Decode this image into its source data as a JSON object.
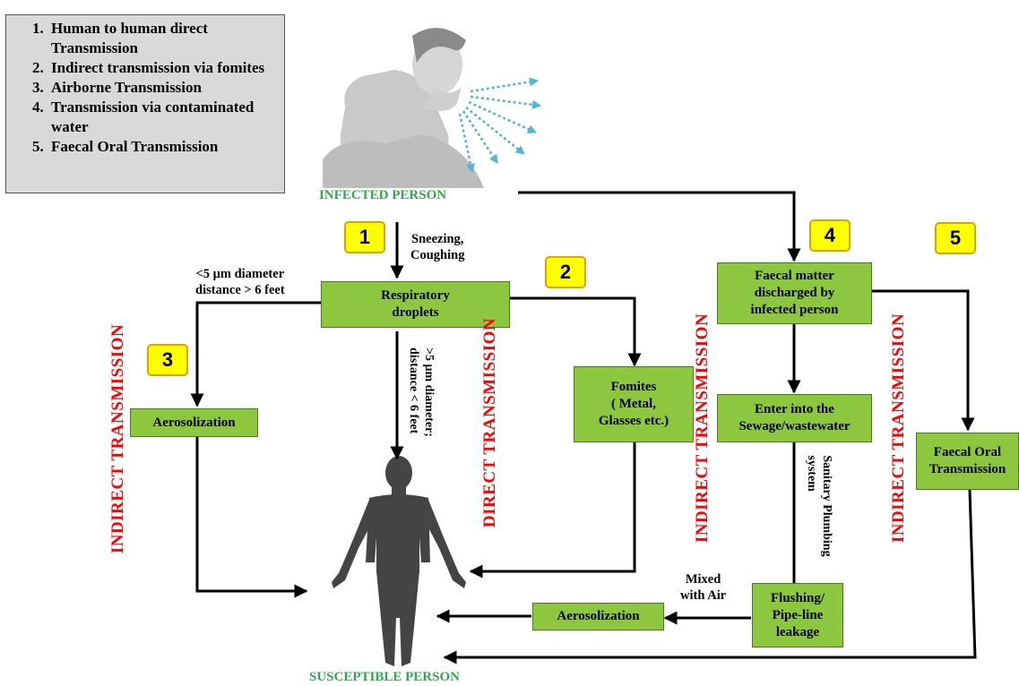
{
  "legend": {
    "items": [
      "Human to human direct Transmission",
      "Indirect transmission via fomites",
      "Airborne Transmission",
      "Transmission via contaminated water",
      "Faecal Oral Transmission"
    ]
  },
  "persons": {
    "infected": "INFECTED PERSON",
    "susceptible": "SUSCEPTIBLE PERSON"
  },
  "numbers": {
    "n1": "1",
    "n2": "2",
    "n3": "3",
    "n4": "4",
    "n5": "5"
  },
  "boxes": {
    "respiratory": "Respiratory\ndroplets",
    "aerosol_left": "Aerosolization",
    "fomites": "Fomites\n( Metal,\nGlasses etc.)",
    "faecal_matter": "Faecal matter\ndischarged by\ninfected person",
    "sewage": "Enter into the\nSewage/wastewater",
    "faecal_oral": "Faecal Oral\nTransmission",
    "flushing": "Flushing/\nPipe-line\nleakage",
    "aerosol_bottom": "Aerosolization"
  },
  "labels": {
    "sneezing": "Sneezing,\nCoughing",
    "small_droplet": "<5 μm diameter\ndistance > 6 feet",
    "large_droplet": ">5 μm diameter;\ndistance < 6 feet",
    "plumbing": "Sanitary Plumbing\nsystem",
    "mixed_air": "Mixed\nwith Air"
  },
  "vertical_labels": {
    "indirect_left": "INDIRECT  TRANSMISSION",
    "direct": "DIRECT TRANSMISSION",
    "indirect_mid": "INDIRECT TRANSMISSION",
    "indirect_right": "INDIRECT TRANSMISSION"
  },
  "colors": {
    "box_fill": "#8dc63f",
    "number_fill": "#ffff00",
    "red_text": "#ff0000",
    "green_text": "#2eaa4a",
    "legend_fill": "#d9d9d9"
  }
}
